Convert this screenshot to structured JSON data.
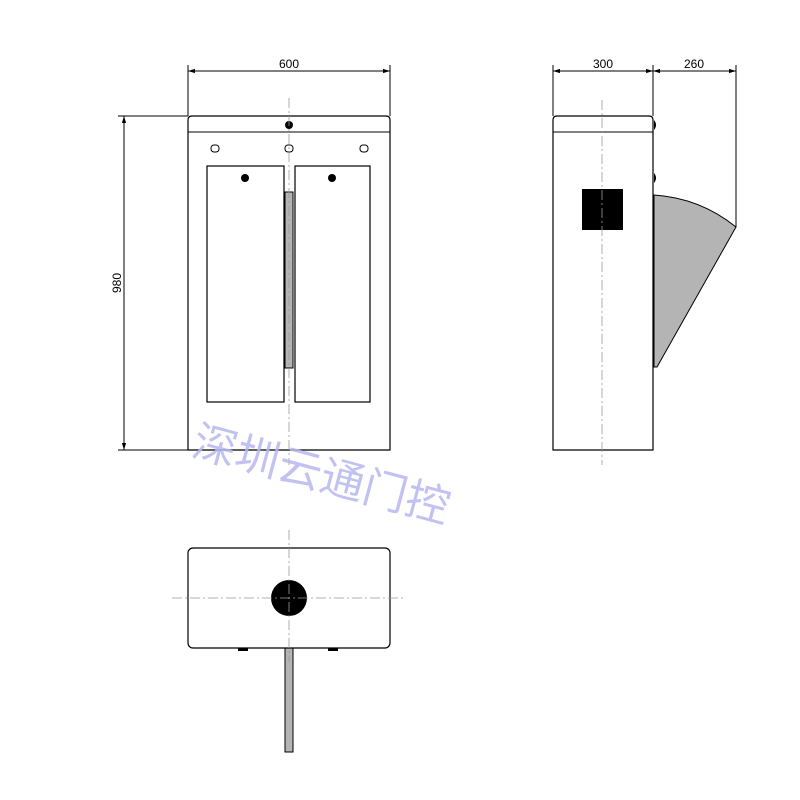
{
  "title": "Tripod turnstile dimension drawing",
  "dimensions": {
    "front_width": "600",
    "height": "980",
    "side_depth": "300",
    "arm_projection": "260"
  },
  "watermark": "深圳云通门控",
  "colors": {
    "arm_fill": "#b4b4b4",
    "watermark": "#b8b8f0",
    "line": "#000000"
  }
}
